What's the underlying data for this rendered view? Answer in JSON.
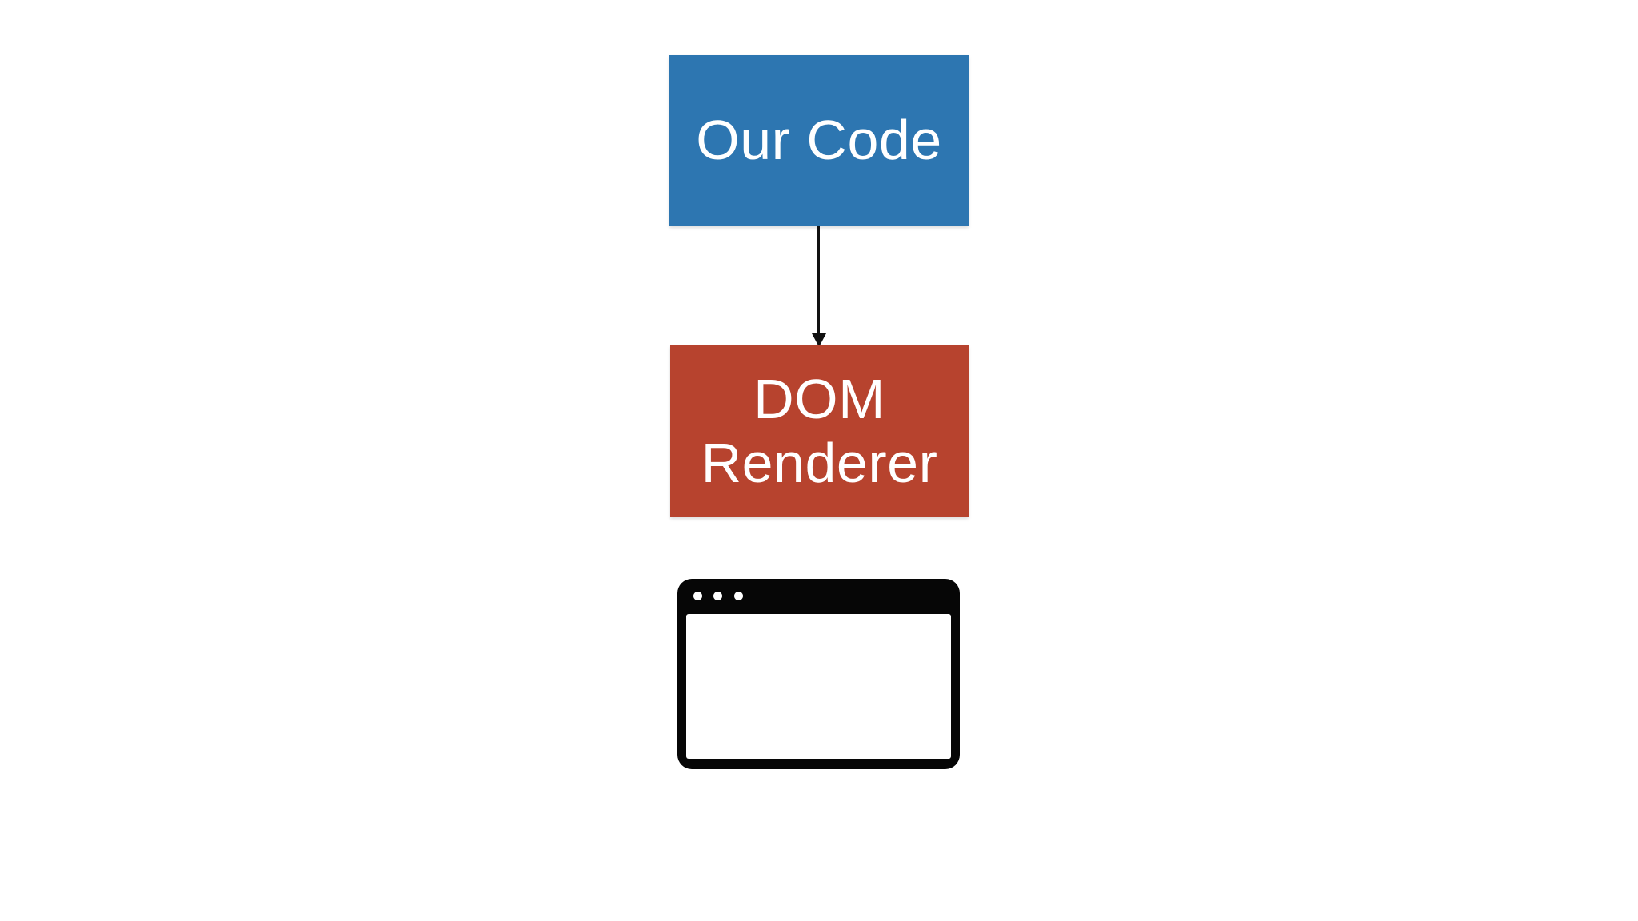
{
  "slide": {
    "background": "#ffffff"
  },
  "diagram": {
    "nodes": [
      {
        "id": "our-code",
        "label": "Our Code",
        "fill": "#2d76b1",
        "text_color": "#ffffff"
      },
      {
        "id": "dom-renderer",
        "label": "DOM Renderer",
        "fill": "#b7432e",
        "text_color": "#ffffff"
      }
    ],
    "connector": {
      "from": "our-code",
      "to": "dom-renderer",
      "direction": "down",
      "head": "filled-triangle",
      "color": "#111111"
    },
    "browser_icon": {
      "name": "browser-window-icon",
      "color": "#060606",
      "titlebar_dot_count": 3,
      "dot_color": "#ffffff"
    }
  }
}
